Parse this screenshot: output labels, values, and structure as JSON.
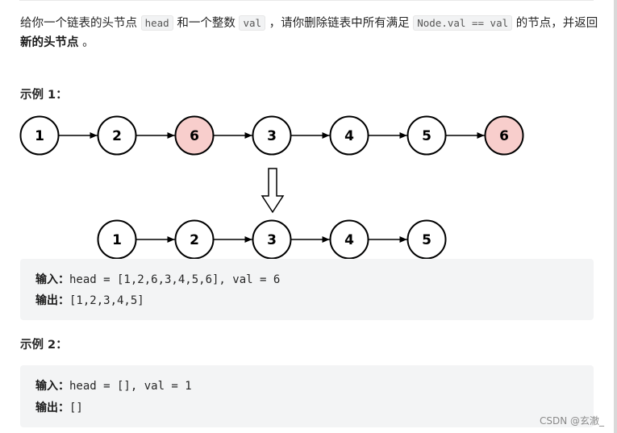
{
  "description": {
    "part1": "给你一个链表的头节点 ",
    "code1": "head",
    "part2": " 和一个整数 ",
    "code2": "val",
    "part3": " ，请你删除链表中所有满足 ",
    "code3": "Node.val == val",
    "part4": " 的节点，并返回 ",
    "bold": "新的头节点",
    "part5": " 。"
  },
  "example1": {
    "title": "示例 1：",
    "original_list": [
      "1",
      "2",
      "6",
      "3",
      "4",
      "5",
      "6"
    ],
    "highlighted": [
      false,
      false,
      true,
      false,
      false,
      false,
      true
    ],
    "result_list": [
      "1",
      "2",
      "3",
      "4",
      "5"
    ],
    "input_label": "输入：",
    "input_value": "head = [1,2,6,3,4,5,6], val = 6",
    "output_label": "输出：",
    "output_value": "[1,2,3,4,5]"
  },
  "example2": {
    "title": "示例 2：",
    "input_label": "输入：",
    "input_value": "head = [], val = 1",
    "output_label": "输出：",
    "output_value": "[]"
  },
  "colors": {
    "node_fill": "#ffffff",
    "highlight_fill": "#f8cecc",
    "code_bg": "#f3f4f5"
  },
  "watermark": "CSDN @玄澈_"
}
